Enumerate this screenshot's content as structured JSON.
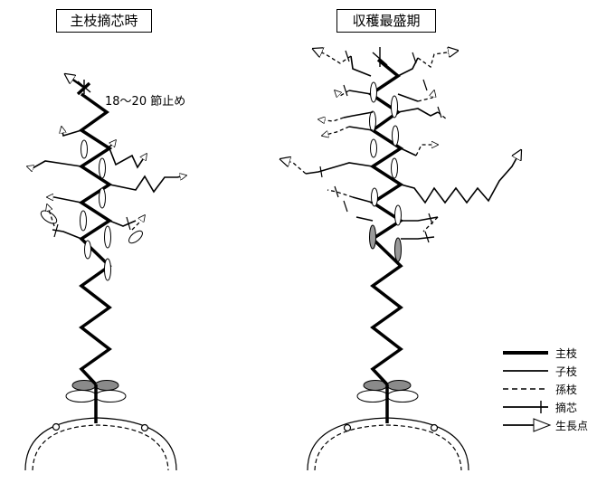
{
  "left_panel": {
    "title": "主枝摘芯時",
    "note": "18～20 節止め"
  },
  "right_panel": {
    "title": "収穫最盛期"
  },
  "legend": [
    {
      "label": "主枝",
      "style": "main-stem"
    },
    {
      "label": "子枝",
      "style": "child-branch"
    },
    {
      "label": "孫枝",
      "style": "grandchild-branch"
    },
    {
      "label": "摘芯",
      "style": "pinching"
    },
    {
      "label": "生長点",
      "style": "growing-point"
    }
  ],
  "colors": {
    "line": "#000000",
    "leaf_gray": "#8a8a8a",
    "fruit_gray": "#9a9a9a"
  }
}
